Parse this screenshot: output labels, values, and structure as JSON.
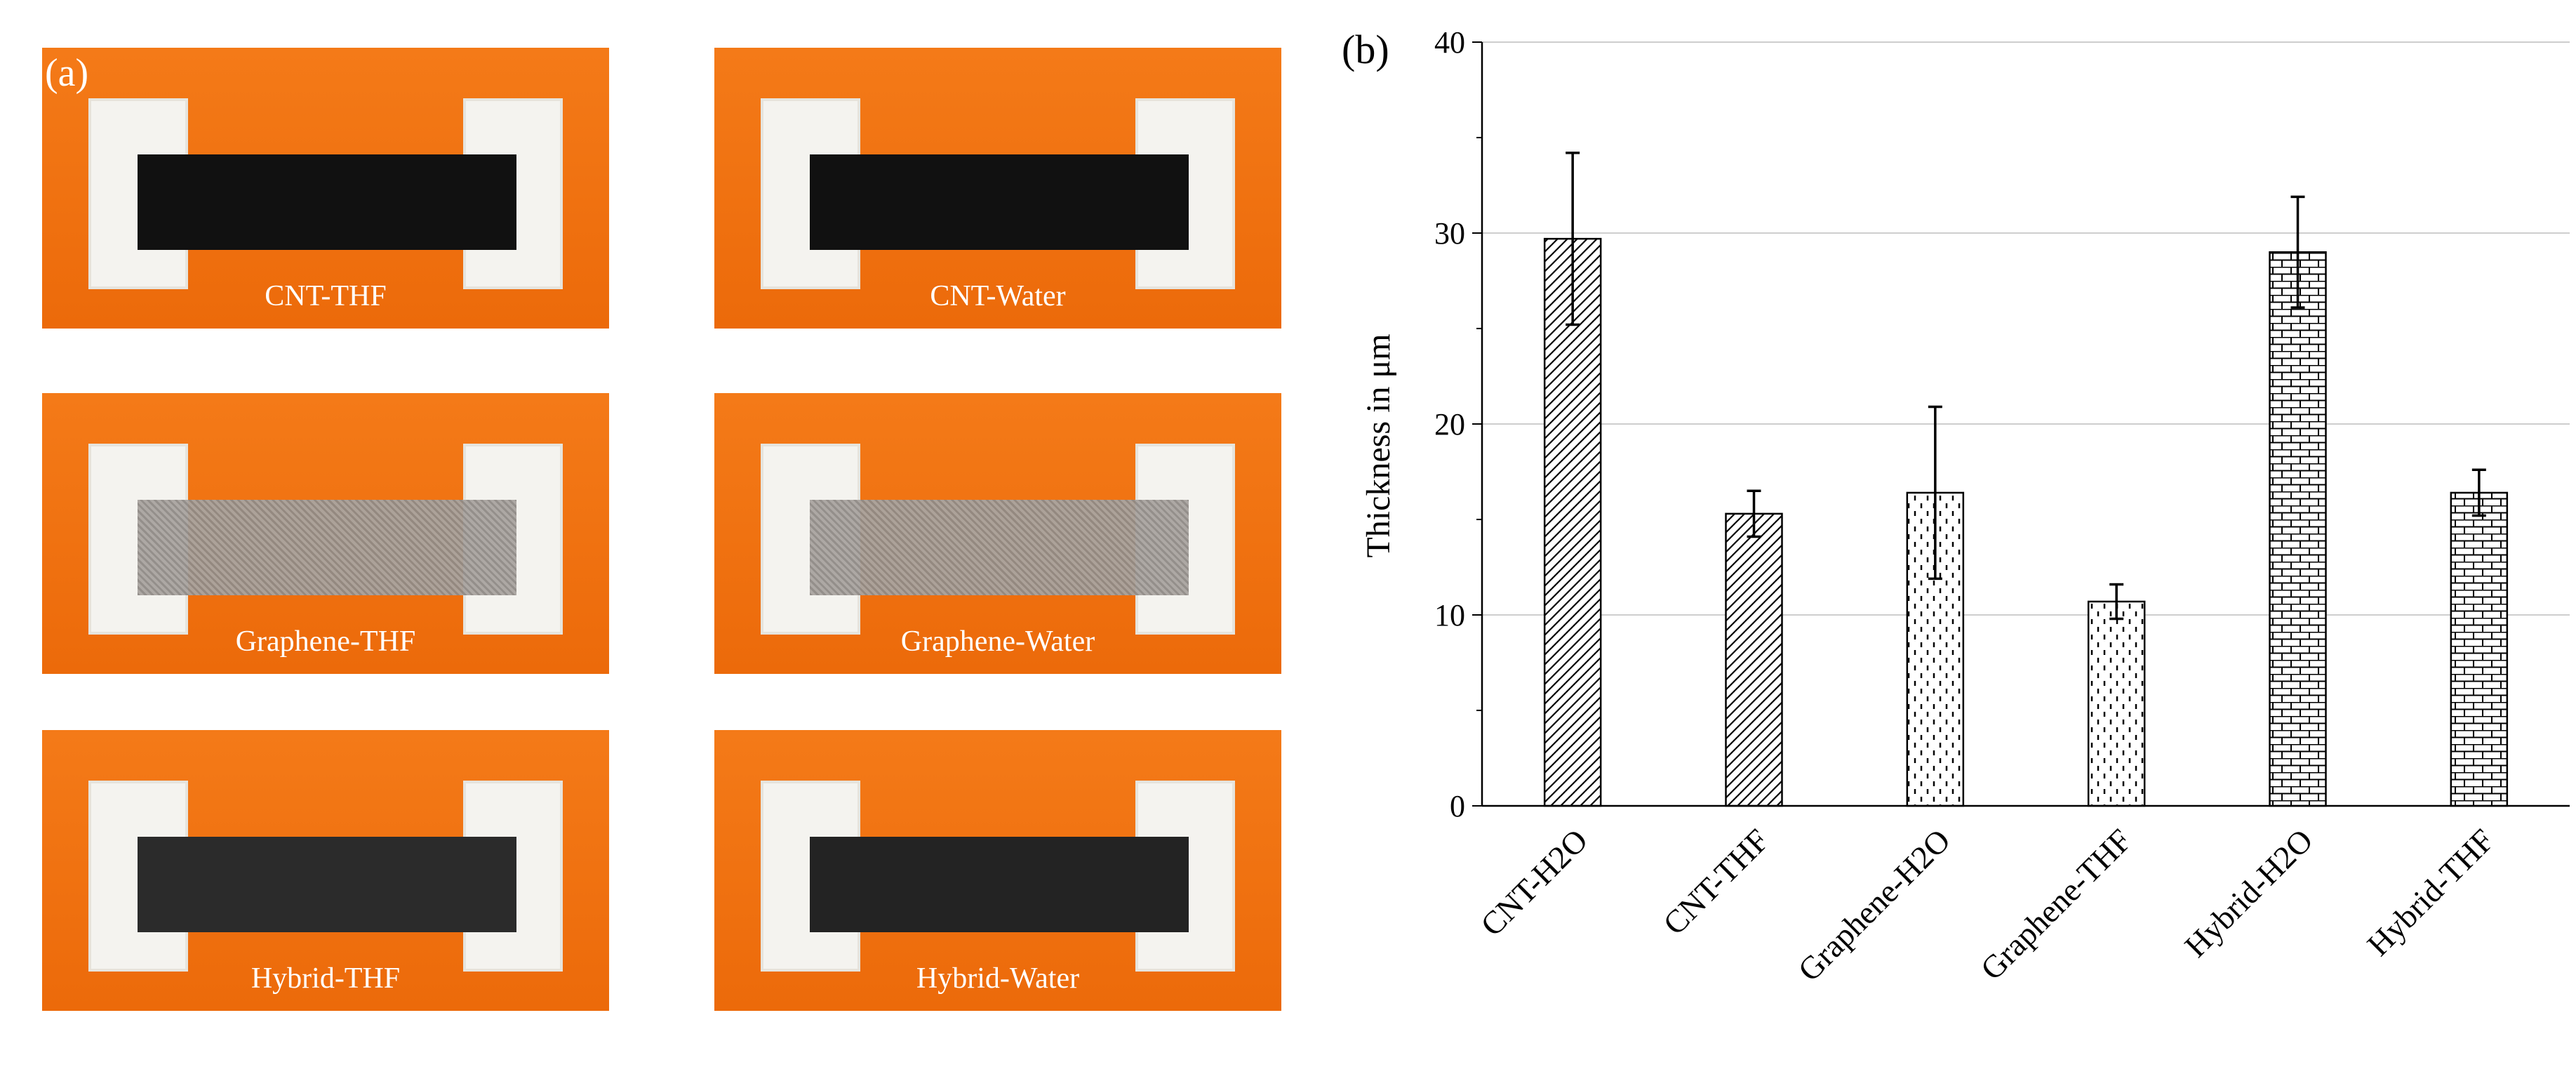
{
  "panel_a": {
    "label": "(a)",
    "samples": [
      {
        "name": "CNT-THF"
      },
      {
        "name": "CNT-Water"
      },
      {
        "name": "Graphene-THF"
      },
      {
        "name": "Graphene-Water"
      },
      {
        "name": "Hybrid-THF"
      },
      {
        "name": "Hybrid-Water"
      }
    ]
  },
  "chart_data": {
    "type": "bar",
    "panel_label": "(b)",
    "ylabel": "Thickness in μm",
    "xlabel": "",
    "ylim": [
      0,
      40
    ],
    "yticks": [
      0,
      10,
      20,
      30,
      40
    ],
    "grid": "horizontal",
    "categories": [
      "CNT-H2O",
      "CNT-THF",
      "Graphene-H2O",
      "Graphene-THF",
      "Hybrid-H2O",
      "Hybrid-THF"
    ],
    "values": [
      29.7,
      15.3,
      16.4,
      10.7,
      29.0,
      16.4
    ],
    "errors": [
      4.5,
      1.2,
      4.5,
      0.9,
      2.9,
      1.2
    ],
    "patterns": [
      "diagonal-hatch",
      "diagonal-hatch",
      "dashes",
      "dashes",
      "brick",
      "brick"
    ]
  }
}
